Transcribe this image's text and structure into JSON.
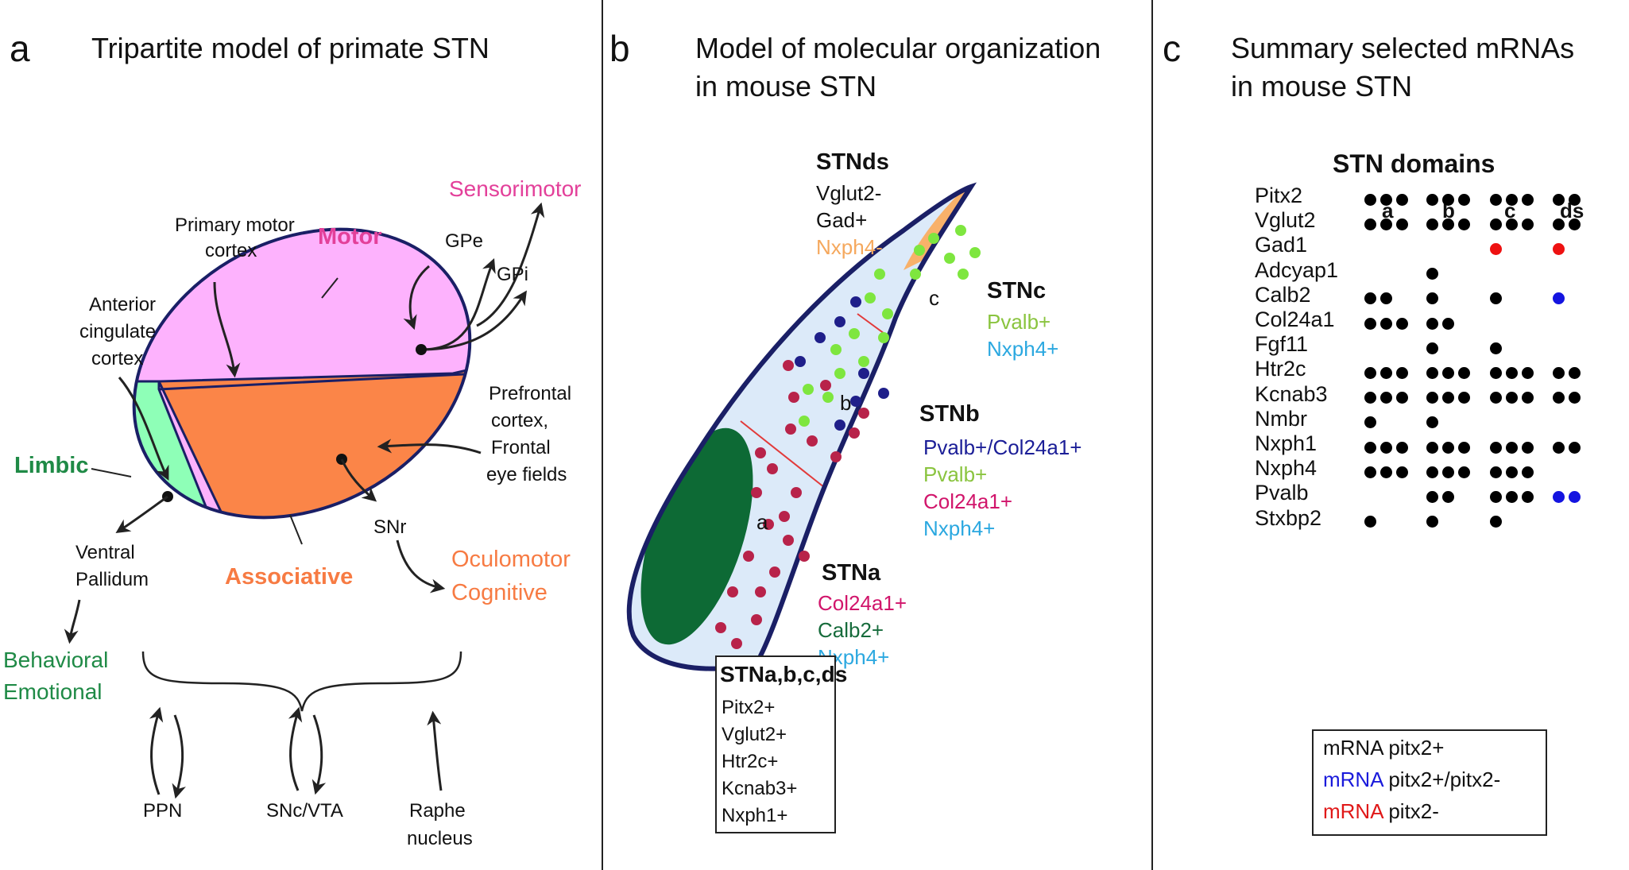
{
  "panel_a": {
    "letter": "a",
    "title": "Tripartite model of primate STN",
    "regions": {
      "motor": "Motor",
      "limbic": "Limbic",
      "associative": "Associative"
    },
    "labels": {
      "sensorimotor": "Sensorimotor",
      "primary_motor_1": "Primary motor",
      "primary_motor_2": "cortex",
      "gpe": "GPe",
      "gpi": "GPi",
      "anterior_1": "Anterior",
      "anterior_2": "cingulate",
      "anterior_3": "cortex",
      "prefrontal_1": "Prefrontal",
      "prefrontal_2": "cortex,",
      "prefrontal_3": "Frontal",
      "prefrontal_4": "eye fields",
      "snr": "SNr",
      "oculomotor": "Oculomotor",
      "cognitive": "Cognitive",
      "ventral_1": "Ventral",
      "ventral_2": "Pallidum",
      "behavioral": "Behavioral",
      "emotional": "Emotional",
      "ppn": "PPN",
      "snc": "SNc/VTA",
      "raphe_1": "Raphe",
      "raphe_2": "nucleus"
    },
    "colors": {
      "motor": "#fdb2fd",
      "limbic": "#8effb7",
      "associative": "#fb8548",
      "sensorimotor": "#e3409a",
      "limbic_text": "#1f8a46",
      "associative_text": "#f77b43"
    }
  },
  "panel_b": {
    "letter": "b",
    "title_1": "Model of molecular organization",
    "title_2": "in mouse STN",
    "stnds": {
      "name": "STNds",
      "m1": "Vglut2-",
      "m2": "Gad+",
      "m3": "Nxph4-"
    },
    "stnc": {
      "name": "STNc",
      "m1": "Pvalb+",
      "m2": "Nxph4+"
    },
    "stnb": {
      "name": "STNb",
      "m1": "Pvalb+/Col24a1+",
      "m2": "Pvalb+",
      "m3": "Col24a1+",
      "m4": "Nxph4+"
    },
    "stna": {
      "name": "STNa",
      "m1": "Col24a1+",
      "m2": "Calb2+",
      "m3": "Nxph4+"
    },
    "domain_letters": {
      "a": "a",
      "b": "b",
      "c": "c"
    },
    "common": {
      "title": "STNa,b,c,ds",
      "items": [
        "Pitx2+",
        "Vglut2+",
        "Htr2c+",
        "Kcnab3+",
        "Nxph1+"
      ]
    },
    "colors": {
      "outline": "#1a1f66",
      "fill": "#dceaf9",
      "ds": "#f8b16a",
      "a_blob": "#0d6a35",
      "red_dot": "#b8234a",
      "green_dot": "#7ee63f",
      "blue_dot": "#1f1f8a",
      "pvalb_text": "#8ac43f",
      "nxph4_text": "#2ba8e0",
      "col24_text": "#d1156b",
      "pvcol_text": "#1b1e97",
      "calb2_text": "#166b3b",
      "nxph4minus": "#f5a85d"
    }
  },
  "panel_c": {
    "letter": "c",
    "title_1": "Summary selected mRNAs",
    "title_2": "in mouse STN",
    "heading": "STN domains",
    "columns": [
      "a",
      "b",
      "c",
      "ds"
    ],
    "rows": [
      {
        "gene": "Pitx2",
        "a": 3,
        "b": 3,
        "c": 3,
        "ds": 2,
        "cc": "black",
        "dsc": "black"
      },
      {
        "gene": "Vglut2",
        "a": 3,
        "b": 3,
        "c": 3,
        "ds": 2,
        "cc": "black",
        "dsc": "black"
      },
      {
        "gene": "Gad1",
        "a": 0,
        "b": 0,
        "c": 1,
        "ds": 1,
        "cc": "red",
        "dsc": "red"
      },
      {
        "gene": "Adcyap1",
        "a": 0,
        "b": 1,
        "c": 0,
        "ds": 0,
        "cc": "black",
        "dsc": "black"
      },
      {
        "gene": "Calb2",
        "a": 2,
        "b": 1,
        "c": 1,
        "ds": 1,
        "cc": "black",
        "dsc": "blue"
      },
      {
        "gene": "Col24a1",
        "a": 3,
        "b": 2,
        "c": 0,
        "ds": 0,
        "cc": "black",
        "dsc": "black"
      },
      {
        "gene": "Fgf11",
        "a": 0,
        "b": 1,
        "c": 1,
        "ds": 0,
        "cc": "black",
        "dsc": "black"
      },
      {
        "gene": "Htr2c",
        "a": 3,
        "b": 3,
        "c": 3,
        "ds": 2,
        "cc": "black",
        "dsc": "black"
      },
      {
        "gene": "Kcnab3",
        "a": 3,
        "b": 3,
        "c": 3,
        "ds": 2,
        "cc": "black",
        "dsc": "black"
      },
      {
        "gene": "Nmbr",
        "a": 1,
        "b": 1,
        "c": 0,
        "ds": 0,
        "cc": "black",
        "dsc": "black"
      },
      {
        "gene": "Nxph1",
        "a": 3,
        "b": 3,
        "c": 3,
        "ds": 2,
        "cc": "black",
        "dsc": "black"
      },
      {
        "gene": "Nxph4",
        "a": 3,
        "b": 3,
        "c": 3,
        "ds": 0,
        "cc": "black",
        "dsc": "black"
      },
      {
        "gene": "Pvalb",
        "a": 0,
        "b": 2,
        "c": 3,
        "ds": 2,
        "cc": "black",
        "dsc": "blue"
      },
      {
        "gene": "Stxbp2",
        "a": 1,
        "b": 1,
        "c": 1,
        "ds": 0,
        "cc": "black",
        "dsc": "black"
      }
    ],
    "legend": [
      {
        "colored": "mRNA",
        "rest": " pitx2+",
        "color": "#111111"
      },
      {
        "colored": "mRNA",
        "rest": " pitx2+/pitx2-",
        "color": "#1a1adb"
      },
      {
        "colored": "mRNA",
        "rest": " pitx2-",
        "color": "#e01818"
      }
    ],
    "dot_colors": {
      "black": "#000000",
      "red": "#ee1111",
      "blue": "#1414e0"
    }
  }
}
